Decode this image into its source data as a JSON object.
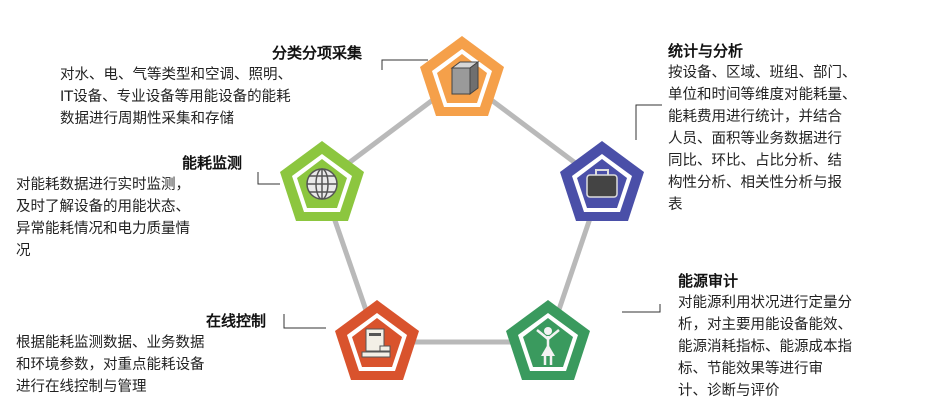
{
  "nodes": [
    {
      "id": "collect",
      "title": "分类分项采集",
      "lines": [
        "对水、电、气等类型和空调、照明、",
        "IT设备、专业设备等用能设备的能耗",
        "数据进行周期性采集和存储"
      ],
      "color": "#f5a04a",
      "icon": "cube-icon"
    },
    {
      "id": "stats",
      "title": "统计与分析",
      "lines": [
        "按设备、区域、班组、部门、",
        "单位和时间等维度对能耗量、",
        "能耗费用进行统计，并结合",
        "人员、面积等业务数据进行",
        "同比、环比、占比分析、结",
        "构性分析、相关性分析与报",
        "表"
      ],
      "color": "#4a4fa8",
      "icon": "briefcase-icon"
    },
    {
      "id": "audit",
      "title": "能源审计",
      "lines": [
        "对能源利用状况进行定量分",
        "析，对主要用能设备能效、",
        "能源消耗指标、能源成本指",
        "标、节能效果等进行审",
        "计、诊断与评价"
      ],
      "color": "#3a9a5e",
      "icon": "person-icon"
    },
    {
      "id": "control",
      "title": "在线控制",
      "lines": [
        "根据能耗监测数据、业务数据",
        "和环境参数，对重点能耗设备",
        "进行在线控制与管理"
      ],
      "color": "#d9532d",
      "icon": "computer-icon"
    },
    {
      "id": "monitor",
      "title": "能耗监测",
      "lines": [
        "对能耗数据进行实时监测，",
        "及时了解设备的用能状态、",
        "异常能耗情况和电力质量情",
        "况"
      ],
      "color": "#8cc63f",
      "icon": "globe-icon"
    }
  ]
}
